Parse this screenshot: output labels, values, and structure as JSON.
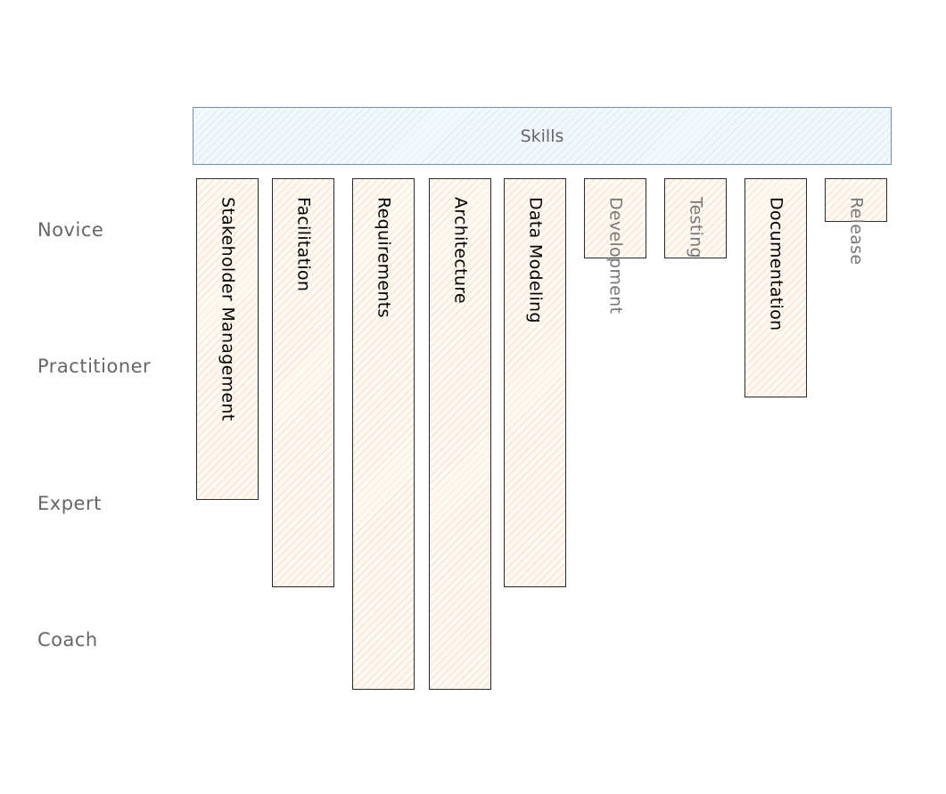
{
  "banner": {
    "title": "Skills",
    "border_color": "#6c8ebf",
    "text_color": "#666666"
  },
  "levels": [
    "Novice",
    "Practitioner",
    "Expert",
    "Coach"
  ],
  "level_label_color": "#666666",
  "skill_fill_color": "#ffe6cc",
  "skills": [
    {
      "name": "Stakeholder Management",
      "level": "Expert",
      "level_index": 2.2,
      "text_color": "#000000"
    },
    {
      "name": "Facilitation",
      "level": "Coach",
      "level_index": 2.8,
      "text_color": "#000000"
    },
    {
      "name": "Requirements",
      "level": "Coach",
      "level_index": 3.5,
      "text_color": "#000000"
    },
    {
      "name": "Architecture",
      "level": "Coach",
      "level_index": 3.5,
      "text_color": "#000000"
    },
    {
      "name": "Data Modeling",
      "level": "Coach",
      "level_index": 2.8,
      "text_color": "#000000"
    },
    {
      "name": "Development",
      "level": "Novice",
      "level_index": 0.55,
      "text_color": "#777777"
    },
    {
      "name": "Testing",
      "level": "Novice",
      "level_index": 0.55,
      "text_color": "#777777"
    },
    {
      "name": "Documentation",
      "level": "Practitioner",
      "level_index": 1.5,
      "text_color": "#000000"
    },
    {
      "name": "Release",
      "level": "Novice",
      "level_index": 0.3,
      "text_color": "#777777"
    }
  ]
}
